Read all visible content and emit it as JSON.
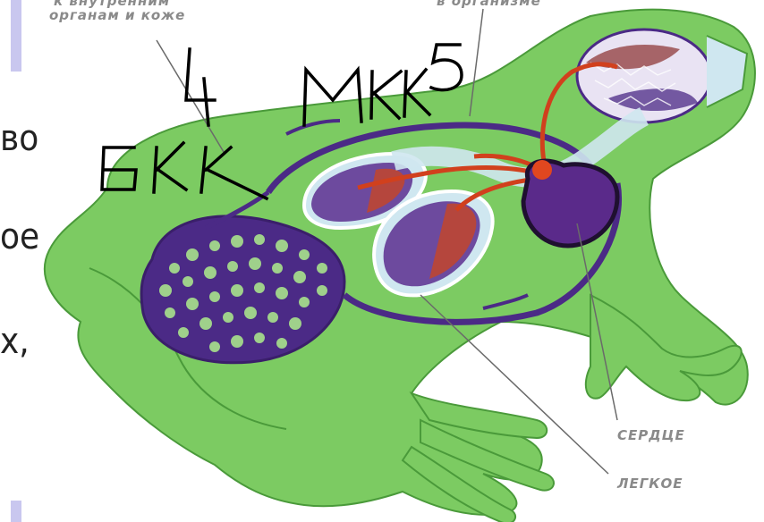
{
  "top_labels": {
    "left_line1": "к внутренним",
    "left_line2": "органам и коже",
    "right_line1": "в организме"
  },
  "side_fragments": [
    "во",
    "ое",
    "х,"
  ],
  "right_labels": {
    "heart": "СЕРДЦЕ",
    "lung": "ЛЕГКОЕ"
  },
  "handwritten": {
    "num_4": "4",
    "num_5": "5",
    "mkk": "МКК",
    "bkk": "БКК"
  },
  "colors": {
    "body": "#7ccb62",
    "body_outline": "#4a9a3a",
    "venous": "#4b2a86",
    "arterial": "#d1401d",
    "lung_fill": "#cfe7f0",
    "left_bar": "#c9c7ef"
  }
}
